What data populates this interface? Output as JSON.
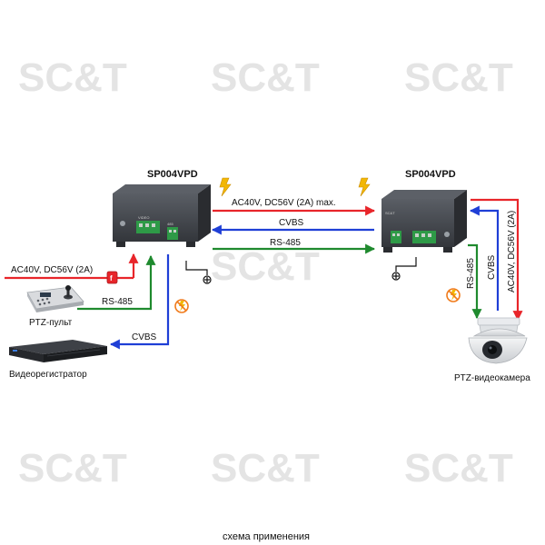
{
  "colors": {
    "red": "#e8252a",
    "blue": "#1f3fd6",
    "green": "#1f8a2e",
    "watermark": "#e4e4e4",
    "device_body": "#3a3d42",
    "terminal": "#2e9a47"
  },
  "watermark_text": "SC&T",
  "devices": {
    "left": {
      "label": "SP004VPD"
    },
    "right": {
      "label": "SP004VPD"
    }
  },
  "links": {
    "power_label": "AC40V, DC56V (2A) max.",
    "video_label": "CVBS",
    "data_label": "RS-485"
  },
  "left_side": {
    "power_input_label": "AC40V, DC56V (2A)",
    "ptz_link_label": "RS-485",
    "recorder_link_label": "CVBS",
    "ptz_controller_caption": "PTZ-пульт",
    "recorder_caption": "Видеорегистратор"
  },
  "right_side": {
    "rs485_label": "RS-485",
    "cvbs_label": "CVBS",
    "power_label": "AC40V, DC56V (2A)",
    "camera_caption": "PTZ-видеокамера"
  },
  "footer_caption": "схема применения",
  "icons": [
    "lightning-icon",
    "fuse-icon",
    "ground-icon",
    "no-surge-icon",
    "arrow-icon"
  ]
}
